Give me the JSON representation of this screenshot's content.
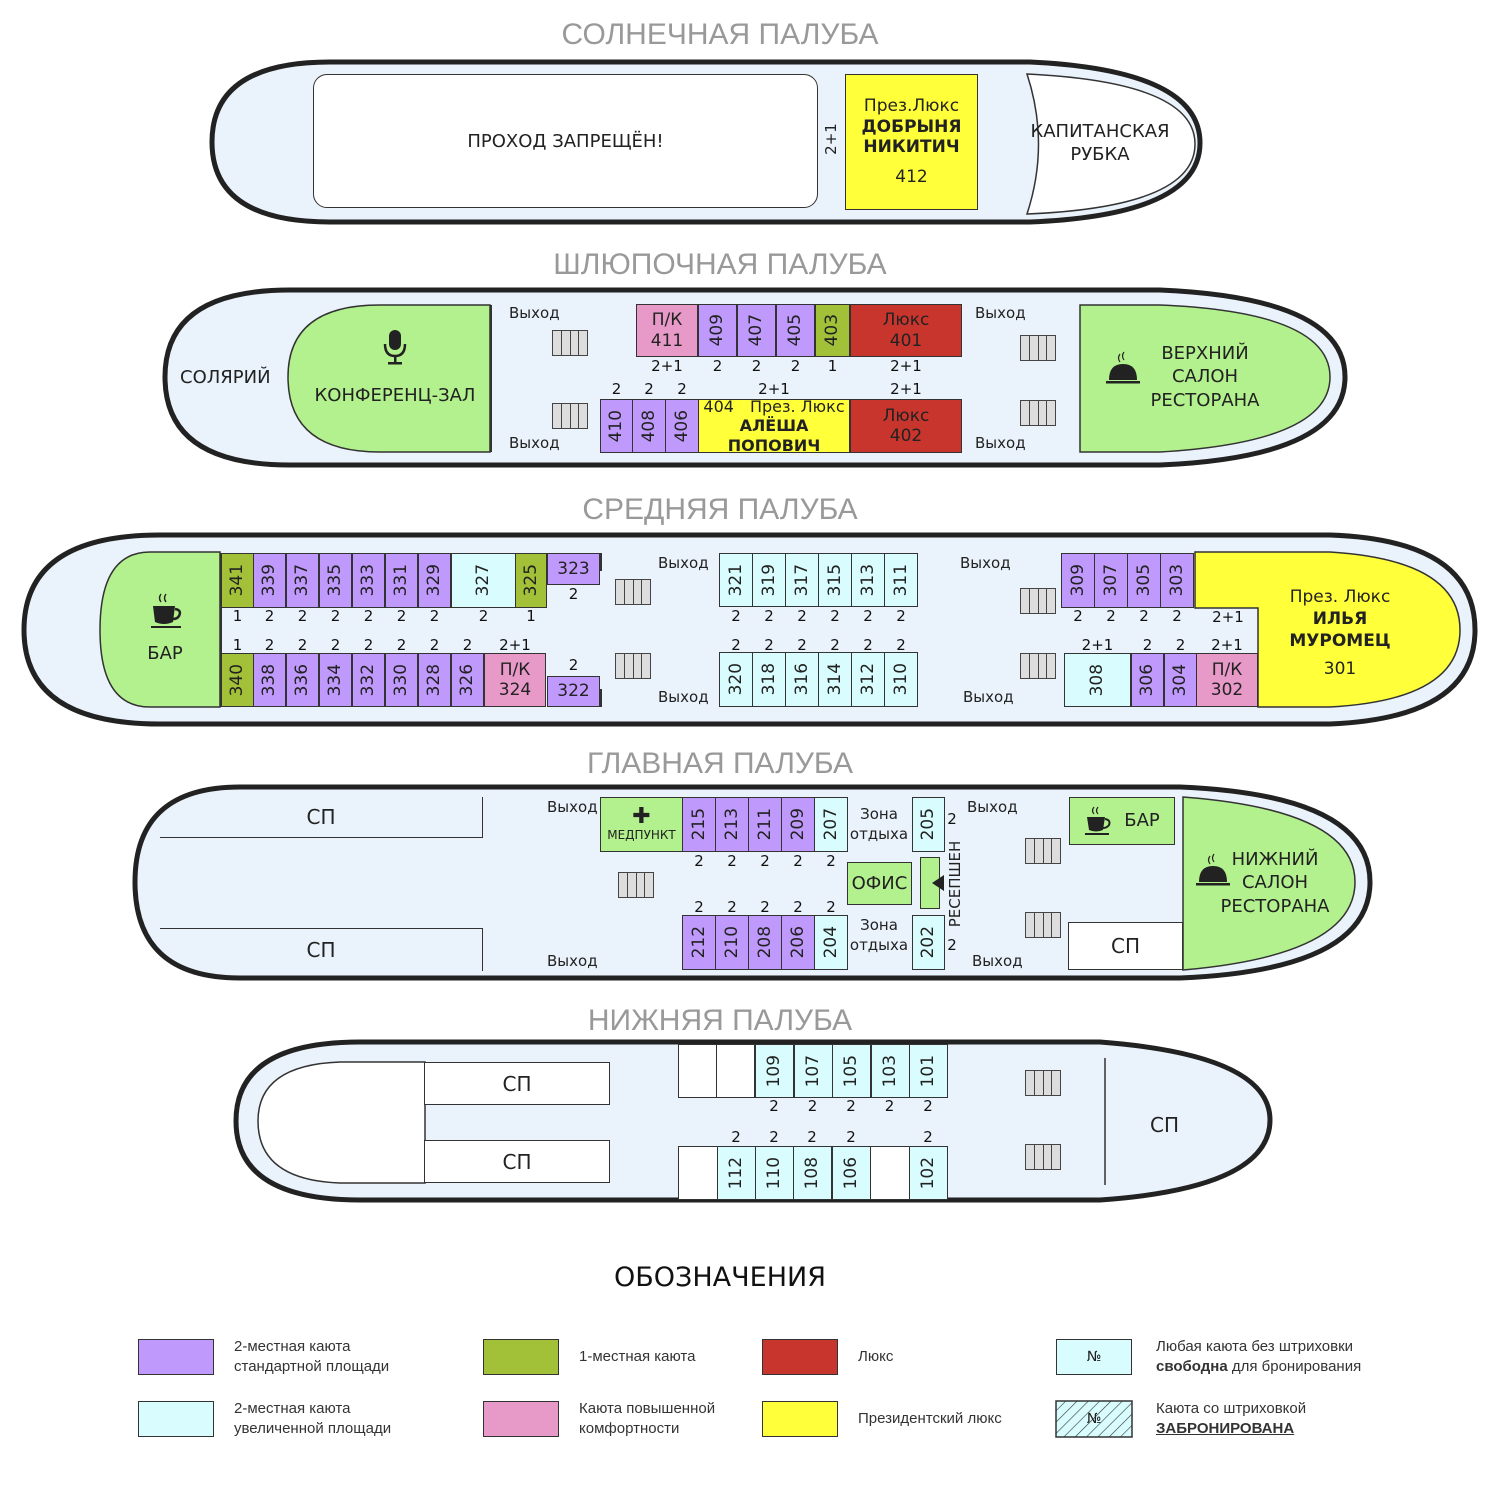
{
  "colors": {
    "standard_2": "#bf99fb",
    "single": "#a2c138",
    "lux": "#c7352d",
    "comfort_pk": "#e799c8",
    "large_2": "#d9fdfe",
    "president": "#ffff3a",
    "public_area": "#b3f08e",
    "deck_floor": "#eaf2fb",
    "title_gray": "#999999"
  },
  "decks": {
    "sun": {
      "title": "СОЛНЕЧНАЯ ПАЛУБА",
      "restricted": "ПРОХОД ЗАПРЕЩЁН!",
      "cap_412": "2+1",
      "suite": {
        "type": "През.Люкс",
        "name1": "ДОБРЫНЯ",
        "name2": "НИКИТИЧ",
        "number": "412"
      },
      "bridge": [
        "КАПИТАНСКАЯ",
        "РУБКА"
      ]
    },
    "boat": {
      "title": "ШЛЮПОЧНАЯ ПАЛУБА",
      "solarium": "СОЛЯРИЙ",
      "conference": "КОНФЕРЕНЦ-ЗАЛ",
      "restaurant": [
        "ВЕРХНИЙ",
        "САЛОН",
        "РЕСТОРАНА"
      ],
      "exit": "Выход",
      "top_row": [
        {
          "num": "411",
          "label": "П/К",
          "type": "pk",
          "cap": "2+1"
        },
        {
          "num": "409",
          "type": "std",
          "cap": "2"
        },
        {
          "num": "407",
          "type": "std",
          "cap": "2"
        },
        {
          "num": "405",
          "type": "std",
          "cap": "2"
        },
        {
          "num": "403",
          "type": "single",
          "cap": "1"
        },
        {
          "num": "401",
          "label": "Люкс",
          "type": "lux",
          "cap": "2+1"
        }
      ],
      "bottom_row": [
        {
          "num": "410",
          "type": "std",
          "cap": "2"
        },
        {
          "num": "408",
          "type": "std",
          "cap": "2"
        },
        {
          "num": "406",
          "type": "std",
          "cap": "2"
        },
        {
          "num": "404",
          "label": "През. Люкс",
          "name": "АЛЁША ПОПОВИЧ",
          "type": "pres",
          "cap": "2+1"
        },
        {
          "num": "402",
          "label": "Люкс",
          "type": "lux",
          "cap": "2+1"
        }
      ]
    },
    "middle": {
      "title": "СРЕДНЯЯ ПАЛУБА",
      "bar": "БАР",
      "exit": "Выход",
      "suite": {
        "type": "През. Люкс",
        "name1": "ИЛЬЯ",
        "name2": "МУРОМЕЦ",
        "number": "301",
        "cap": "2+1"
      },
      "top_left": [
        {
          "num": "341",
          "type": "single",
          "cap": "1"
        },
        {
          "num": "339",
          "type": "std",
          "cap": "2"
        },
        {
          "num": "337",
          "type": "std",
          "cap": "2"
        },
        {
          "num": "335",
          "type": "std",
          "cap": "2"
        },
        {
          "num": "333",
          "type": "std",
          "cap": "2"
        },
        {
          "num": "331",
          "type": "std",
          "cap": "2"
        },
        {
          "num": "329",
          "type": "std",
          "cap": "2"
        },
        {
          "num": "327",
          "type": "large",
          "cap": "2"
        },
        {
          "num": "325",
          "type": "single",
          "cap": "1"
        },
        {
          "num": "323",
          "type": "std",
          "cap": "2"
        }
      ],
      "bottom_left": [
        {
          "num": "340",
          "type": "single",
          "cap": "1"
        },
        {
          "num": "338",
          "type": "std",
          "cap": "2"
        },
        {
          "num": "336",
          "type": "std",
          "cap": "2"
        },
        {
          "num": "334",
          "type": "std",
          "cap": "2"
        },
        {
          "num": "332",
          "type": "std",
          "cap": "2"
        },
        {
          "num": "330",
          "type": "std",
          "cap": "2"
        },
        {
          "num": "328",
          "type": "std",
          "cap": "2"
        },
        {
          "num": "326",
          "type": "std",
          "cap": "2"
        },
        {
          "num": "324",
          "label": "П/К",
          "type": "pk",
          "cap": "2+1"
        },
        {
          "num": "322",
          "type": "std",
          "cap": "2"
        }
      ],
      "top_mid": [
        {
          "num": "321",
          "type": "large",
          "cap": "2"
        },
        {
          "num": "319",
          "type": "large",
          "cap": "2"
        },
        {
          "num": "317",
          "type": "large",
          "cap": "2"
        },
        {
          "num": "315",
          "type": "large",
          "cap": "2"
        },
        {
          "num": "313",
          "type": "large",
          "cap": "2"
        },
        {
          "num": "311",
          "type": "large",
          "cap": "2"
        }
      ],
      "bottom_mid": [
        {
          "num": "320",
          "type": "large",
          "cap": "2"
        },
        {
          "num": "318",
          "type": "large",
          "cap": "2"
        },
        {
          "num": "316",
          "type": "large",
          "cap": "2"
        },
        {
          "num": "314",
          "type": "large",
          "cap": "2"
        },
        {
          "num": "312",
          "type": "large",
          "cap": "2"
        },
        {
          "num": "310",
          "type": "large",
          "cap": "2"
        }
      ],
      "top_right": [
        {
          "num": "309",
          "type": "std",
          "cap": "2"
        },
        {
          "num": "307",
          "type": "std",
          "cap": "2"
        },
        {
          "num": "305",
          "type": "std",
          "cap": "2"
        },
        {
          "num": "303",
          "type": "std",
          "cap": "2"
        }
      ],
      "bottom_right": [
        {
          "num": "308",
          "type": "large",
          "cap": "2+1"
        },
        {
          "num": "306",
          "type": "std",
          "cap": "2"
        },
        {
          "num": "304",
          "type": "std",
          "cap": "2"
        },
        {
          "num": "302",
          "label": "П/К",
          "type": "pk",
          "cap": "2+1"
        }
      ]
    },
    "main": {
      "title": "ГЛАВНАЯ ПАЛУБА",
      "service": "СП",
      "medpoint": "МЕДПУНКТ",
      "office": "ОФИС",
      "reception": "РЕСЕПШЕН",
      "rest_zone": [
        "Зона",
        "отдыха"
      ],
      "bar": "БАР",
      "restaurant": [
        "НИЖНИЙ",
        "САЛОН",
        "РЕСТОРАНА"
      ],
      "exit": "Выход",
      "top_row": [
        {
          "num": "215",
          "type": "std",
          "cap": "2"
        },
        {
          "num": "213",
          "type": "std",
          "cap": "2"
        },
        {
          "num": "211",
          "type": "std",
          "cap": "2"
        },
        {
          "num": "209",
          "type": "std",
          "cap": "2"
        },
        {
          "num": "207",
          "type": "large",
          "cap": "2"
        },
        {
          "num": "205",
          "type": "large",
          "cap": "2"
        }
      ],
      "bottom_row": [
        {
          "num": "212",
          "type": "std",
          "cap": "2"
        },
        {
          "num": "210",
          "type": "std",
          "cap": "2"
        },
        {
          "num": "208",
          "type": "std",
          "cap": "2"
        },
        {
          "num": "206",
          "type": "std",
          "cap": "2"
        },
        {
          "num": "204",
          "type": "large",
          "cap": "2"
        },
        {
          "num": "202",
          "type": "large",
          "cap": "2"
        }
      ]
    },
    "lower": {
      "title": "НИЖНЯЯ ПАЛУБА",
      "service": "СП",
      "top_row": [
        {
          "num": "109",
          "type": "large",
          "cap": "2"
        },
        {
          "num": "107",
          "type": "large",
          "cap": "2"
        },
        {
          "num": "105",
          "type": "large",
          "cap": "2"
        },
        {
          "num": "103",
          "type": "large",
          "cap": "2"
        },
        {
          "num": "101",
          "type": "large",
          "cap": "2"
        }
      ],
      "bottom_row": [
        {
          "num": "112",
          "type": "large",
          "cap": "2"
        },
        {
          "num": "110",
          "type": "large",
          "cap": "2"
        },
        {
          "num": "108",
          "type": "large",
          "cap": "2"
        },
        {
          "num": "106",
          "type": "large",
          "cap": "2"
        },
        {
          "num": "102",
          "type": "large",
          "cap": "2"
        }
      ]
    }
  },
  "legend": {
    "title": "ОБОЗНАЧЕНИЯ",
    "items": [
      {
        "key": "std",
        "text1": "2-местная каюта",
        "text2": "стандартной площади"
      },
      {
        "key": "single",
        "text1": "1-местная каюта",
        "text2": ""
      },
      {
        "key": "lux",
        "text1": "Люкс",
        "text2": ""
      },
      {
        "key": "free",
        "symbol": "№",
        "text1": "Любая каюта без штриховки",
        "text2_bold": "свободна",
        "text2_rest": " для бронирования"
      },
      {
        "key": "large",
        "text1": "2-местная каюта",
        "text2": "увеличенной площади"
      },
      {
        "key": "pk",
        "text1": "Каюта повышенной",
        "text2": "комфортности"
      },
      {
        "key": "pres",
        "text1": "Президентский люкс",
        "text2": ""
      },
      {
        "key": "booked",
        "symbol": "№",
        "text1": "Каюта со штриховкой",
        "text2_bold": "ЗАБРОНИРОВАНА"
      }
    ]
  }
}
